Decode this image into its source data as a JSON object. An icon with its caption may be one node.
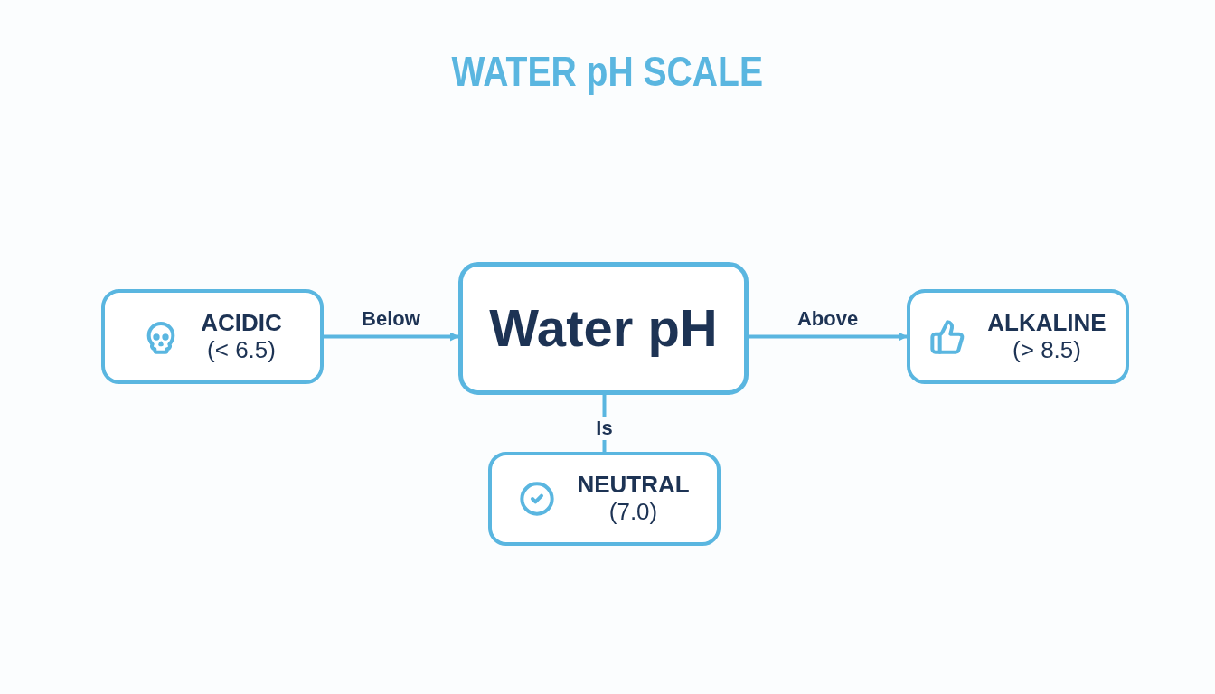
{
  "diagram": {
    "title": "WATER pH SCALE",
    "nodes": [
      {
        "text": [
          "ACIDIC",
          "(< 6.5)"
        ]
      },
      {
        "text": [
          "Water pH"
        ]
      },
      {
        "text": [
          "ALKALINE",
          "(> 8.5)"
        ]
      },
      {
        "text": [
          "NEUTRAL",
          "(7.0)"
        ]
      }
    ],
    "edges": [
      {
        "from": 0,
        "to": 1,
        "arrow": "to",
        "label": "Below"
      },
      {
        "from": 1,
        "to": 2,
        "arrow": "to",
        "label": "Above"
      },
      {
        "from": 1,
        "to": 3,
        "arrow": "none",
        "label": "Is"
      }
    ]
  }
}
